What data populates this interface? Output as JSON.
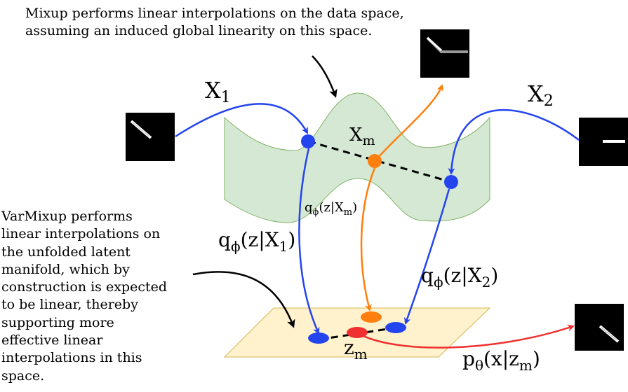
{
  "notes": {
    "mixup_line1": "Mixup performs linear interpolations on the data space,",
    "mixup_line2": "assuming an induced global linearity on this space.",
    "varmixup_lines": [
      "VarMixup performs",
      "linear interpolations on",
      "the unfolded latent",
      "manifold, which by",
      "construction is expected",
      "to be linear, thereby",
      "supporting more",
      "effective linear",
      "interpolations in this",
      "space."
    ]
  },
  "labels": {
    "x1": {
      "base": "X",
      "sub": "1"
    },
    "x2": {
      "base": "X",
      "sub": "2"
    },
    "xm": {
      "base": "X",
      "sub": "m"
    },
    "zm": {
      "base": "z",
      "sub": "m"
    },
    "q_xm": {
      "pre": "q",
      "phi": "ϕ",
      "mid": "(z|X",
      "sub": "m",
      "post": ")"
    },
    "q_x1": {
      "pre": "q",
      "phi": "ϕ",
      "mid": "(z|X",
      "sub": "1",
      "post": ")"
    },
    "q_x2": {
      "pre": "q",
      "phi": "ϕ",
      "mid": "(z|X",
      "sub": "2",
      "post": ")"
    },
    "p_zm": {
      "pre": "p",
      "theta": "θ",
      "mid": "(x|z",
      "sub": "m",
      "post": ")"
    }
  },
  "colors": {
    "blue": "#2444ee",
    "orange": "#ff7f0e",
    "red": "#f03030",
    "manifold_fill": "#d5e8d4",
    "manifold_stroke": "#82b366",
    "plane_fill": "#fff2cc",
    "plane_stroke": "#d6b656",
    "arrow_black": "#000000"
  }
}
